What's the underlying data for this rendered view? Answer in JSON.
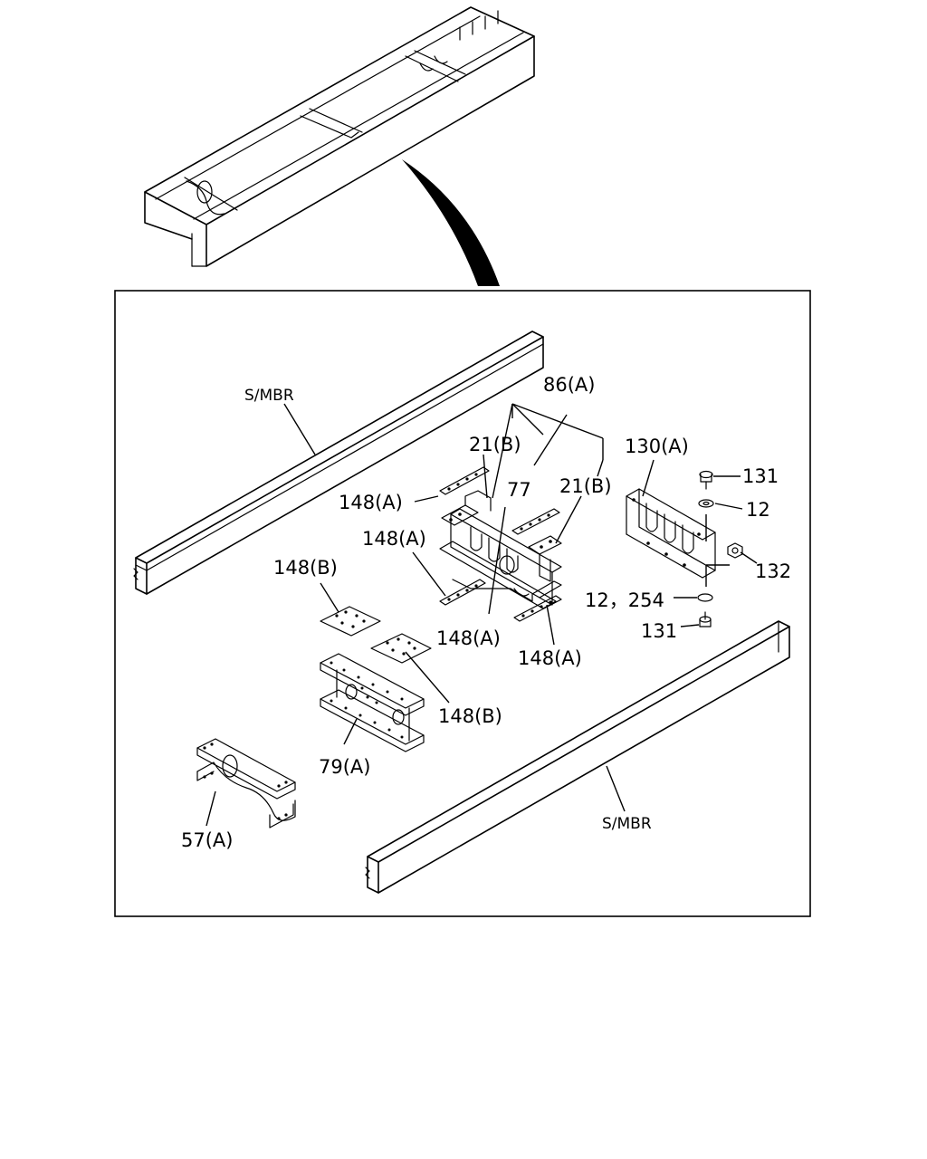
{
  "labels": {
    "smbr_top": "S/MBR",
    "smbr_bottom": "S/MBR",
    "p86a": "86(A)",
    "p21b_left": "21(B)",
    "p21b_right": "21(B)",
    "p130a": "130(A)",
    "p131_top": "131",
    "p12": "12",
    "p132": "132",
    "p12_254": "12，254",
    "p131_bottom": "131",
    "p77": "77",
    "p148a_1": "148(A)",
    "p148a_2": "148(A)",
    "p148a_3": "148(A)",
    "p148a_4": "148(A)",
    "p148b_1": "148(B)",
    "p148b_2": "148(B)",
    "p79a": "79(A)",
    "p57a": "57(A)"
  }
}
